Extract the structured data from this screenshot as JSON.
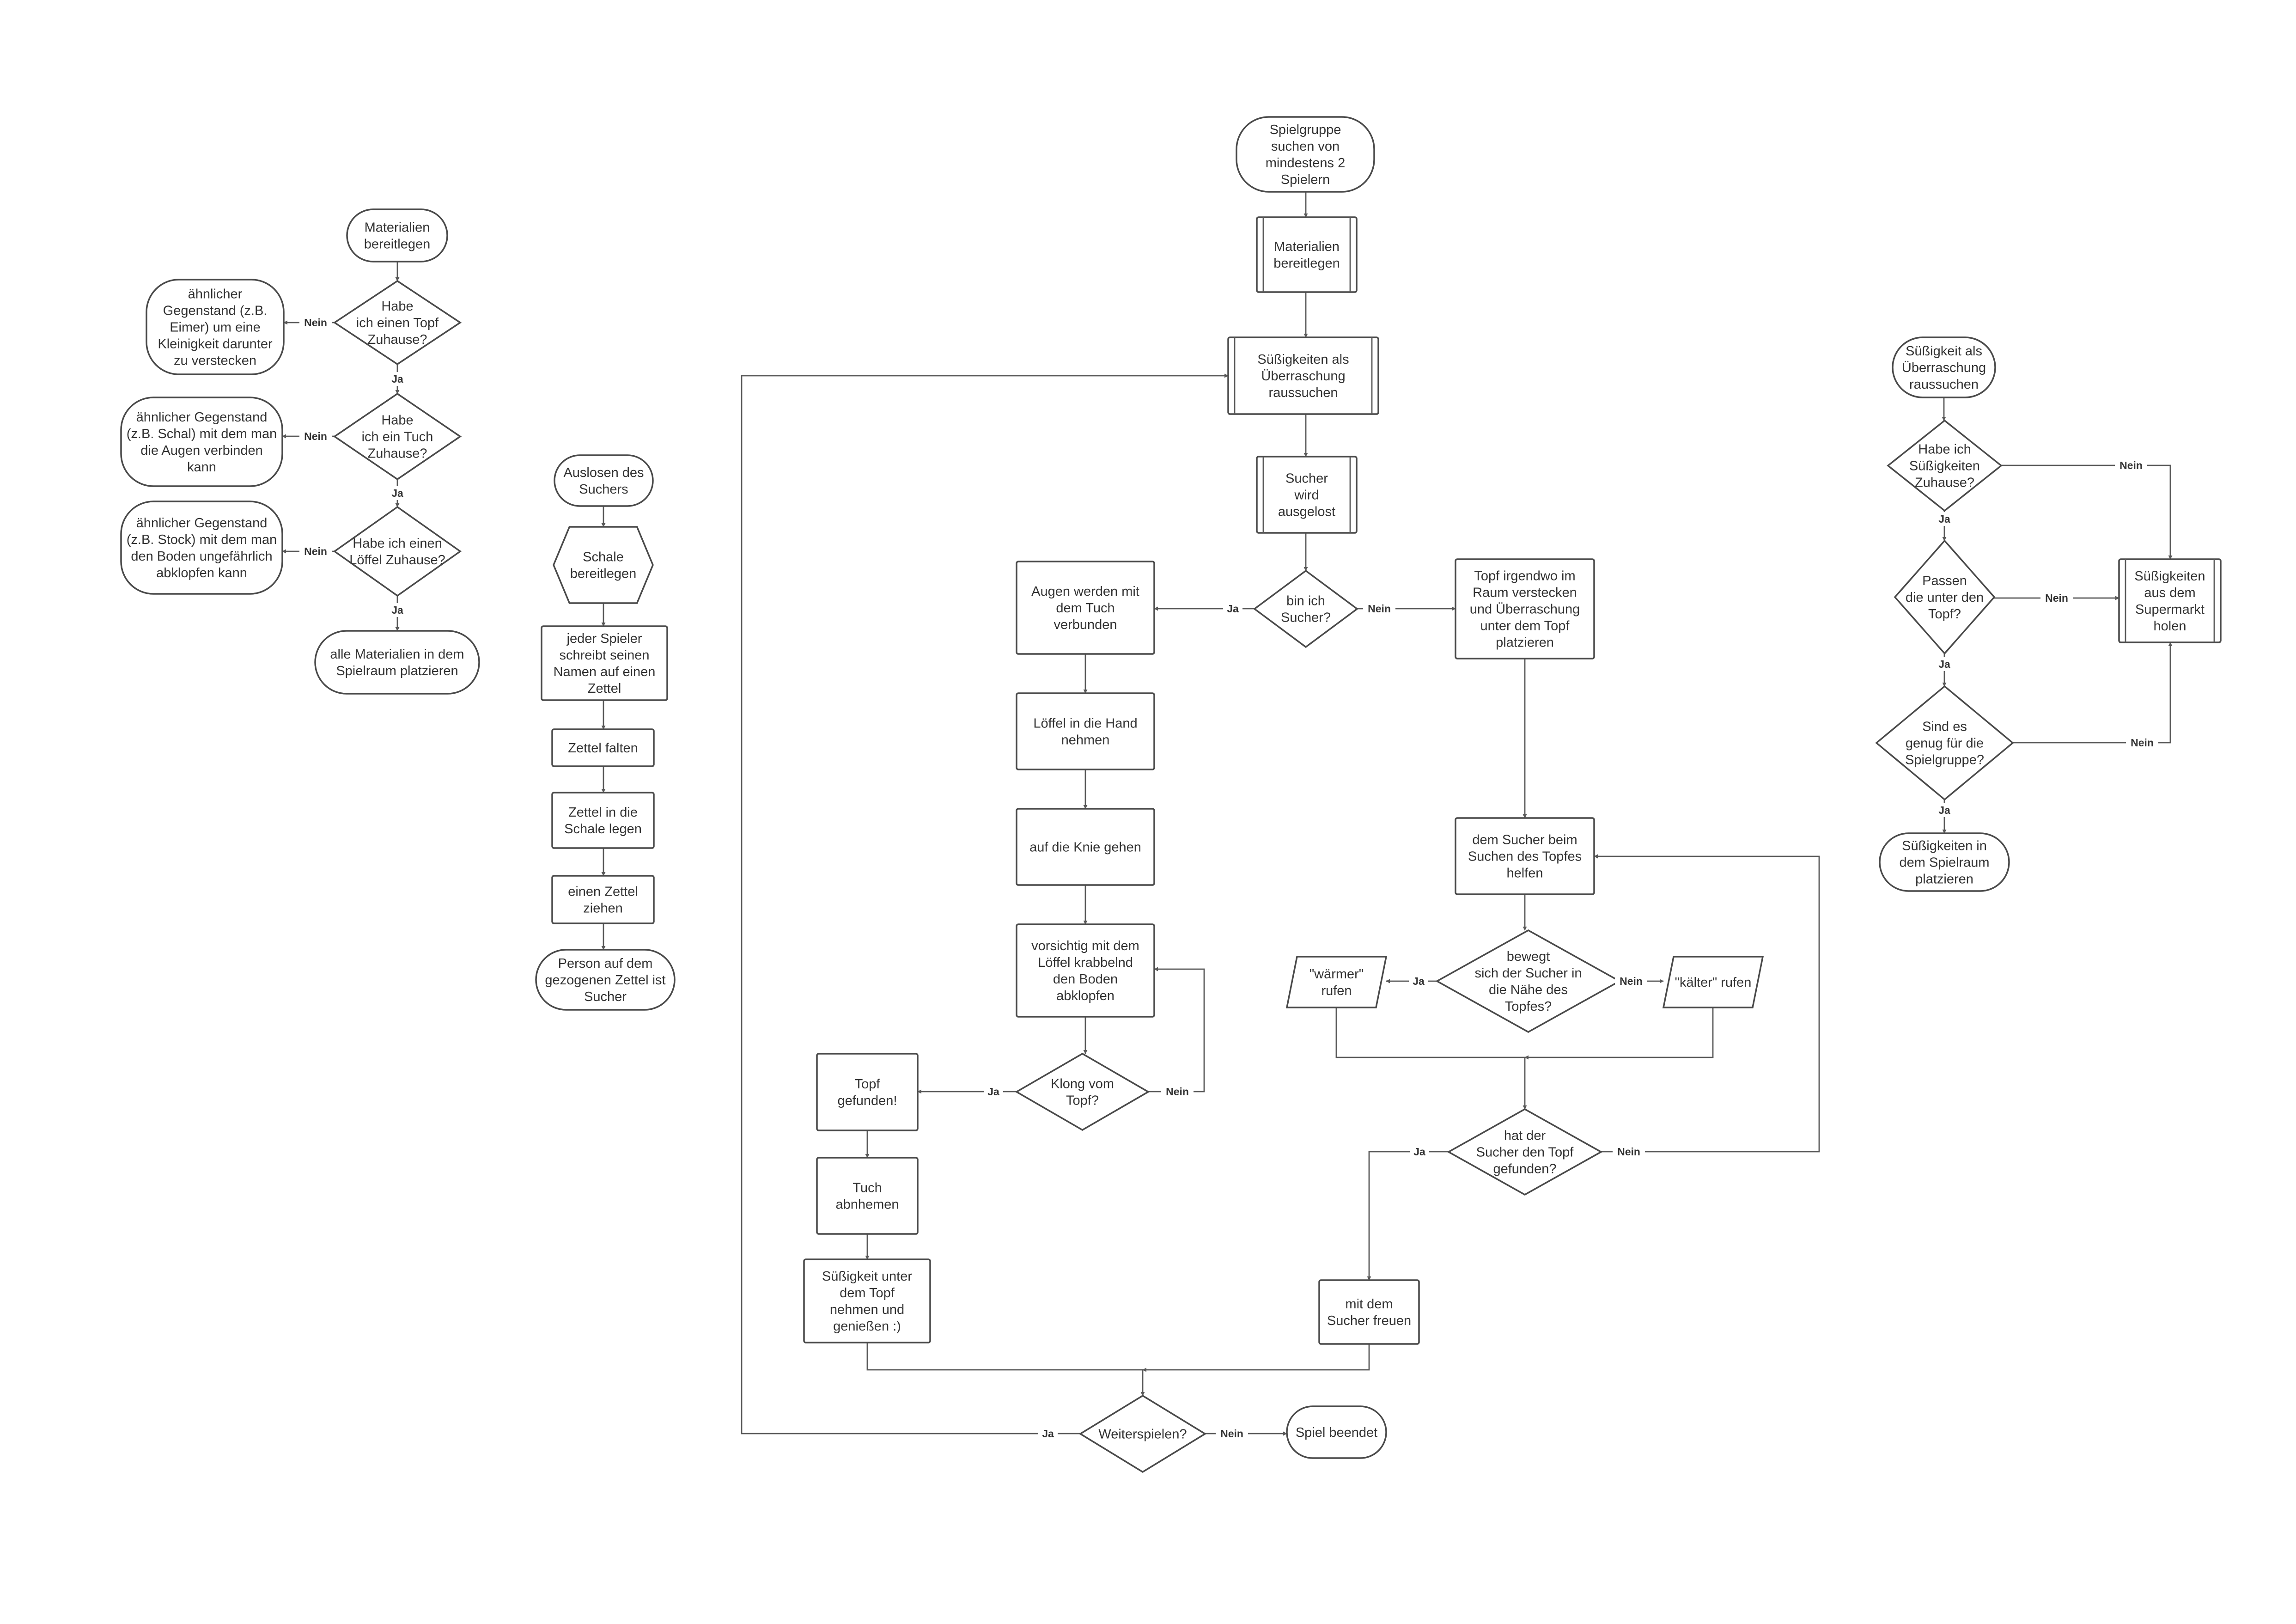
{
  "nodes": {
    "n1": {
      "shape": "terminal",
      "lines": [
        "Materialien",
        "bereitlegen"
      ]
    },
    "n2": {
      "shape": "decision",
      "lines": [
        "Habe",
        "ich einen Topf",
        "Zuhause?"
      ]
    },
    "n3": {
      "shape": "terminal",
      "lines": [
        "ähnlicher",
        "Gegenstand (z.B.",
        "Eimer) um eine",
        "Kleinigkeit darunter",
        "zu verstecken"
      ]
    },
    "n4": {
      "shape": "decision",
      "lines": [
        "Habe",
        "ich ein Tuch",
        "Zuhause?"
      ]
    },
    "n5": {
      "shape": "terminal",
      "lines": [
        "ähnlicher Gegenstand",
        "(z.B. Schal) mit dem man",
        "die Augen verbinden",
        "kann"
      ]
    },
    "n6": {
      "shape": "decision",
      "lines": [
        "Habe ich einen",
        "Löffel Zuhause?"
      ]
    },
    "n7": {
      "shape": "terminal",
      "lines": [
        "ähnlicher Gegenstand",
        "(z.B. Stock) mit dem man",
        "den Boden ungefährlich",
        "abklopfen kann"
      ]
    },
    "n8": {
      "shape": "terminal",
      "lines": [
        "alle Materialien in dem",
        "Spielraum platzieren"
      ]
    },
    "m1": {
      "shape": "terminal",
      "lines": [
        "Auslosen des",
        "Suchers"
      ]
    },
    "m2": {
      "shape": "hexagon",
      "lines": [
        "Schale",
        "bereitlegen"
      ]
    },
    "m3": {
      "shape": "process",
      "lines": [
        "jeder Spieler",
        "schreibt seinen",
        "Namen auf einen",
        "Zettel"
      ]
    },
    "m4": {
      "shape": "process",
      "lines": [
        "Zettel falten"
      ]
    },
    "m5": {
      "shape": "process",
      "lines": [
        "Zettel in die",
        "Schale legen"
      ]
    },
    "m6": {
      "shape": "process",
      "lines": [
        "einen Zettel",
        "ziehen"
      ]
    },
    "m7": {
      "shape": "terminal",
      "lines": [
        "Person auf dem",
        "gezogenen Zettel ist",
        "Sucher"
      ]
    },
    "c1": {
      "shape": "terminal",
      "lines": [
        "Spielgruppe",
        "suchen von",
        "mindestens 2",
        "Spielern"
      ]
    },
    "c2": {
      "shape": "subprocess",
      "lines": [
        "Materialien",
        "bereitlegen"
      ]
    },
    "c3": {
      "shape": "subprocess",
      "lines": [
        "Süßigkeiten als",
        "Überraschung",
        "raussuchen"
      ]
    },
    "c4": {
      "shape": "subprocess",
      "lines": [
        "Sucher",
        "wird",
        "ausgelost"
      ]
    },
    "c5": {
      "shape": "decision",
      "lines": [
        "bin ich",
        "Sucher?"
      ]
    },
    "c6": {
      "shape": "process",
      "lines": [
        "Augen werden mit",
        "dem Tuch",
        "verbunden"
      ]
    },
    "c7": {
      "shape": "process",
      "lines": [
        "Löffel in die Hand",
        "nehmen"
      ]
    },
    "c8": {
      "shape": "process",
      "lines": [
        "auf die Knie gehen"
      ]
    },
    "c9": {
      "shape": "process",
      "lines": [
        "vorsichtig mit dem",
        "Löffel krabbelnd",
        "den Boden",
        "abklopfen"
      ]
    },
    "c10": {
      "shape": "decision",
      "lines": [
        "Klong vom",
        "Topf?"
      ]
    },
    "c11": {
      "shape": "process",
      "lines": [
        "Topf",
        "gefunden!"
      ]
    },
    "c12": {
      "shape": "process",
      "lines": [
        "Tuch",
        "abnhemen"
      ]
    },
    "c13": {
      "shape": "process",
      "lines": [
        "Süßigkeit unter",
        "dem Topf",
        "nehmen und",
        "genießen :)"
      ]
    },
    "c14": {
      "shape": "process",
      "lines": [
        "Topf irgendwo im",
        "Raum verstecken",
        "und Überraschung",
        "unter dem Topf",
        "platzieren"
      ]
    },
    "c15": {
      "shape": "process",
      "lines": [
        "dem Sucher beim",
        "Suchen des Topfes",
        "helfen"
      ]
    },
    "c16": {
      "shape": "decision",
      "lines": [
        "bewegt",
        "sich der Sucher in",
        "die Nähe des",
        "Topfes?"
      ]
    },
    "c17": {
      "shape": "data",
      "lines": [
        "\"wärmer\"",
        "rufen"
      ]
    },
    "c18": {
      "shape": "data",
      "lines": [
        "\"kälter\" rufen"
      ]
    },
    "c19": {
      "shape": "decision",
      "lines": [
        "hat der",
        "Sucher den Topf",
        "gefunden?"
      ]
    },
    "c20": {
      "shape": "process",
      "lines": [
        "mit dem",
        "Sucher freuen"
      ]
    },
    "c21": {
      "shape": "decision",
      "lines": [
        "Weiterspielen?"
      ]
    },
    "c22": {
      "shape": "terminal",
      "lines": [
        "Spiel beendet"
      ]
    },
    "r1": {
      "shape": "terminal",
      "lines": [
        "Süßigkeit als",
        "Überraschung",
        "raussuchen"
      ]
    },
    "r2": {
      "shape": "decision",
      "lines": [
        "Habe ich",
        "Süßigkeiten",
        "Zuhause?"
      ]
    },
    "r3": {
      "shape": "decision",
      "lines": [
        "Passen",
        "die unter den",
        "Topf?"
      ]
    },
    "r4": {
      "shape": "decision",
      "lines": [
        "Sind es",
        "genug für die",
        "Spielgruppe?"
      ]
    },
    "r5": {
      "shape": "terminal",
      "lines": [
        "Süßigkeiten in",
        "dem Spielraum",
        "platzieren"
      ]
    },
    "r6": {
      "shape": "subprocess",
      "lines": [
        "Süßigkeiten",
        "aus dem",
        "Supermarkt",
        "holen"
      ]
    }
  },
  "edges": [
    {
      "from": "n1",
      "to": "n2"
    },
    {
      "from": "n2",
      "to": "n3",
      "label": "Nein"
    },
    {
      "from": "n2",
      "to": "n4",
      "label": "Ja"
    },
    {
      "from": "n4",
      "to": "n5",
      "label": "Nein"
    },
    {
      "from": "n4",
      "to": "n6",
      "label": "Ja"
    },
    {
      "from": "n6",
      "to": "n7",
      "label": "Nein"
    },
    {
      "from": "n6",
      "to": "n8",
      "label": "Ja"
    },
    {
      "from": "m1",
      "to": "m2"
    },
    {
      "from": "m2",
      "to": "m3"
    },
    {
      "from": "m3",
      "to": "m4"
    },
    {
      "from": "m4",
      "to": "m5"
    },
    {
      "from": "m5",
      "to": "m6"
    },
    {
      "from": "m6",
      "to": "m7"
    },
    {
      "from": "c1",
      "to": "c2"
    },
    {
      "from": "c2",
      "to": "c3"
    },
    {
      "from": "c3",
      "to": "c4"
    },
    {
      "from": "c4",
      "to": "c5"
    },
    {
      "from": "c5",
      "to": "c6",
      "label": "Ja"
    },
    {
      "from": "c5",
      "to": "c14",
      "label": "Nein"
    },
    {
      "from": "c6",
      "to": "c7"
    },
    {
      "from": "c7",
      "to": "c8"
    },
    {
      "from": "c8",
      "to": "c9"
    },
    {
      "from": "c9",
      "to": "c10"
    },
    {
      "from": "c10",
      "to": "c11",
      "label": "Ja"
    },
    {
      "from": "c10",
      "to": "c9",
      "label": "Nein"
    },
    {
      "from": "c11",
      "to": "c12"
    },
    {
      "from": "c12",
      "to": "c13"
    },
    {
      "from": "c13",
      "to": "c21"
    },
    {
      "from": "c14",
      "to": "c15"
    },
    {
      "from": "c15",
      "to": "c16"
    },
    {
      "from": "c16",
      "to": "c17",
      "label": "Ja"
    },
    {
      "from": "c16",
      "to": "c18",
      "label": "Nein"
    },
    {
      "from": "c17",
      "to": "c19"
    },
    {
      "from": "c18",
      "to": "c19"
    },
    {
      "from": "c19",
      "to": "c20",
      "label": "Ja"
    },
    {
      "from": "c19",
      "to": "c15",
      "label": "Nein"
    },
    {
      "from": "c20",
      "to": "c21"
    },
    {
      "from": "c21",
      "to": "c3",
      "label": "Ja"
    },
    {
      "from": "c21",
      "to": "c22",
      "label": "Nein"
    },
    {
      "from": "r1",
      "to": "r2"
    },
    {
      "from": "r2",
      "to": "r3",
      "label": "Ja"
    },
    {
      "from": "r2",
      "to": "r6",
      "label": "Nein"
    },
    {
      "from": "r3",
      "to": "r4",
      "label": "Ja"
    },
    {
      "from": "r3",
      "to": "r6",
      "label": "Nein"
    },
    {
      "from": "r4",
      "to": "r5",
      "label": "Ja"
    },
    {
      "from": "r4",
      "to": "r6",
      "label": "Nein"
    }
  ]
}
